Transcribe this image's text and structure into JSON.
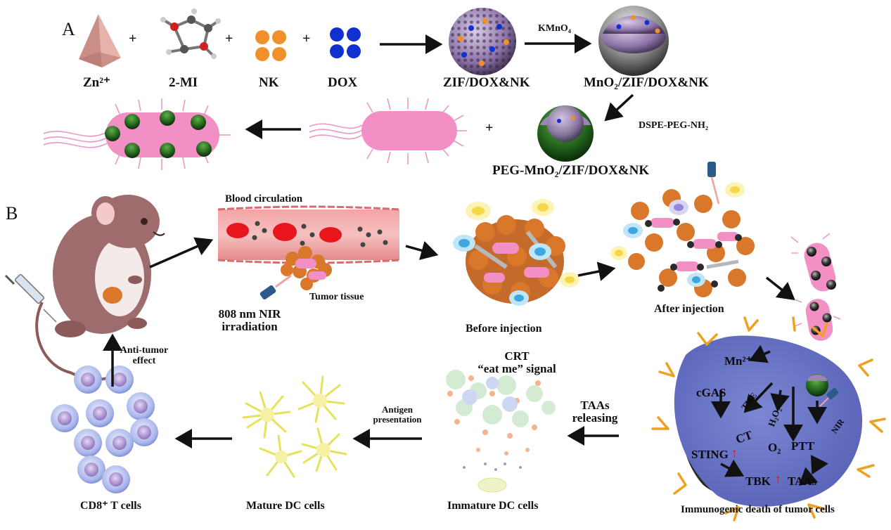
{
  "panel_a": {
    "letter": "A",
    "reagents": {
      "zn": "Zn²⁺",
      "mi": "2-MI",
      "nk": "NK",
      "dox": "DOX"
    },
    "plus": "+",
    "zif": "ZIF/DOX&NK",
    "kmno4": "KMnO₄",
    "mno2": "MnO₂/ZIF/DOX&NK",
    "dspe": "DSPE-PEG-NH₂",
    "peg": "PEG-MnO₂/ZIF/DOX&NK"
  },
  "panel_b": {
    "letter": "B",
    "blood": "Blood circulation",
    "tumor_tissue": "Tumor tissue",
    "nir_line1": "808 nm NIR",
    "nir_line2": "irradiation",
    "before": "Before injection",
    "after": "After injection",
    "antitumor_line1": "Anti-tumor",
    "antitumor_line2": "effect",
    "cd8": "CD8⁺ T cells",
    "mature": "Mature DC cells",
    "antigen_line1": "Antigen",
    "antigen_line2": "presentation",
    "immature": "Immature DC cells",
    "crt_line1": "CRT",
    "crt_line2": "“eat me” signal",
    "taas_line1": "TAAs",
    "taas_line2": "releasing",
    "icd": "Immunogenic death of tumor cells",
    "cell": {
      "mn": "Mn²⁺",
      "cgas": "cGAS",
      "sting": "STING",
      "tbk": "TBK",
      "tme": "TME",
      "ct": "CT",
      "h2o2": "H₂O₂",
      "o2": "O₂",
      "ptt": "PTT",
      "taas": "TAAs",
      "nir": "NIR",
      "up1": "↑",
      "up2": "↑"
    }
  },
  "colors": {
    "pink": "#f28fc4",
    "cell_blue": "#6d78c6",
    "antibody": "#f0a020",
    "tumor_orange": "#d9772a",
    "dox_blue": "#1030d0",
    "nk_orange": "#f0902a"
  }
}
